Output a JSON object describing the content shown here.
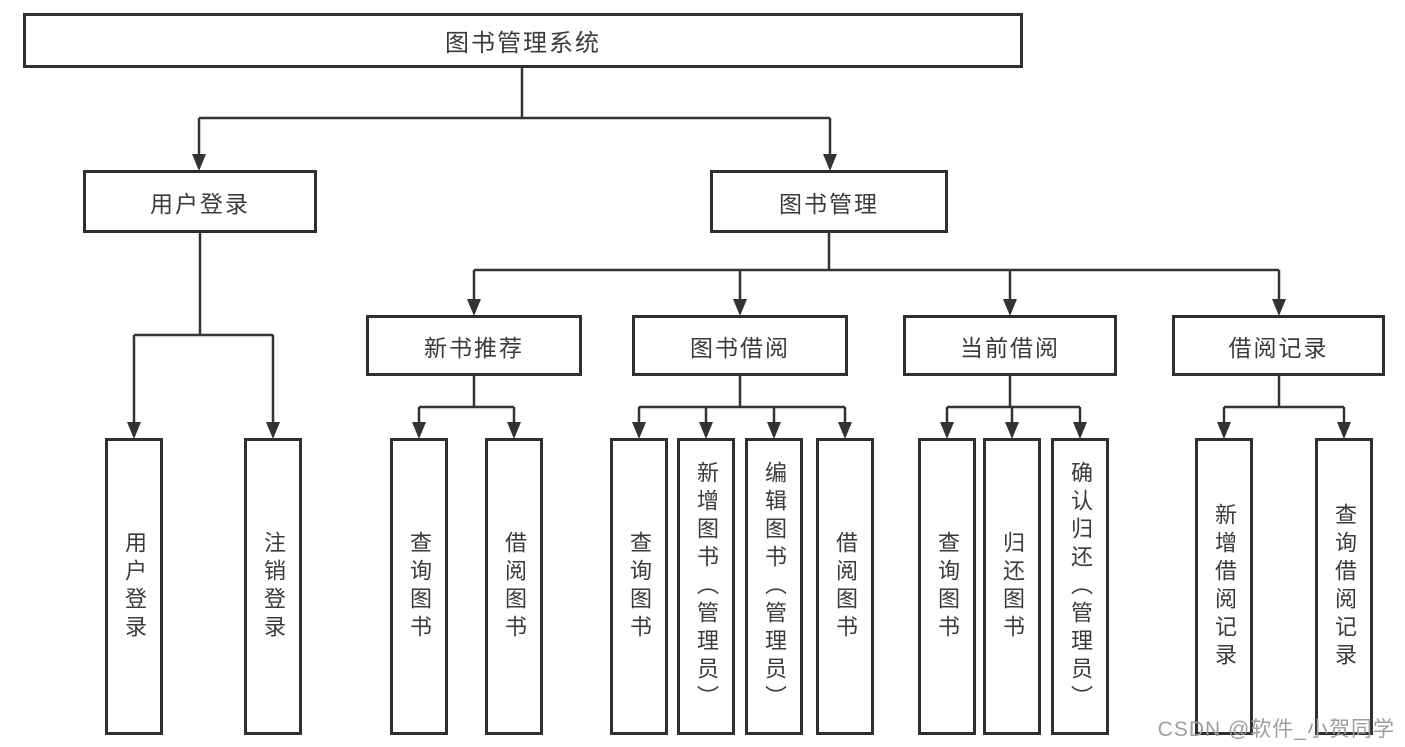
{
  "diagram": {
    "title": "图书管理系统",
    "nodes": {
      "root": "图书管理系统",
      "user_login": "用户登录",
      "book_mgmt": "图书管理",
      "new_book_rec": "新书推荐",
      "book_borrow": "图书借阅",
      "current_borrow": "当前借阅",
      "borrow_records": "借阅记录",
      "leaves": {
        "login_group": [
          "用户登录",
          "注销登录"
        ],
        "new_book_group": [
          "查询图书",
          "借阅图书"
        ],
        "borrow_group": [
          "查询图书",
          "新增图书（管理员）",
          "编辑图书（管理员）",
          "借阅图书"
        ],
        "current_group": [
          "查询图书",
          "归还图书",
          "确认归还（管理员）"
        ],
        "record_group": [
          "新增借阅记录",
          "查询借阅记录"
        ]
      }
    },
    "colors": {
      "line": "#333333",
      "box_border": "#2f2f2f",
      "box_bg": "#ffffff",
      "text": "#3b3b3b",
      "watermark": "#9e9e9e"
    },
    "watermark": "CSDN @软件_小贺同学"
  }
}
